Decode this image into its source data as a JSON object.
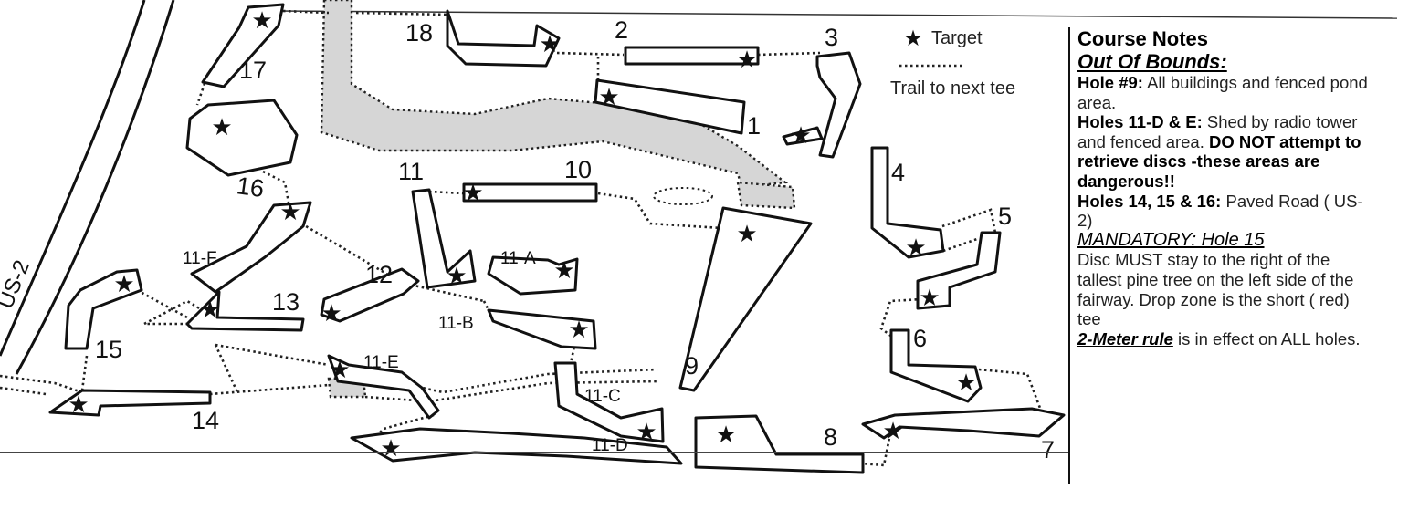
{
  "legend": {
    "target_symbol": "★",
    "target_label": "Target",
    "trail_label": "Trail to next tee"
  },
  "road": {
    "label": "US-2"
  },
  "holes": {
    "h1": "1",
    "h2": "2",
    "h3": "3",
    "h4": "4",
    "h5": "5",
    "h6": "6",
    "h7": "7",
    "h8": "8",
    "h9": "9",
    "h10": "10",
    "h11": "11",
    "h12": "12",
    "h13": "13",
    "h14": "14",
    "h15": "15",
    "h16": "16",
    "h17": "17",
    "h18": "18",
    "h11a": "11-A",
    "h11b": "11-B",
    "h11c": "11-C",
    "h11d": "11-D",
    "h11e": "11-E",
    "h11f": "11-F"
  },
  "notes": {
    "title": "Course Notes",
    "oob_heading": "Out Of Bounds:",
    "hole9_label": "Hole #9:",
    "hole9_text": "All buildings and fenced pond area.",
    "holes11_label": "Holes 11-D & E:",
    "holes11_text": "Shed by radio tower and fenced area.",
    "warning": "DO NOT attempt to retrieve discs -these areas are dangerous!!",
    "holes14_label": "Holes 14, 15 & 16:",
    "holes14_text": "Paved Road  ( US-2)",
    "mandatory_heading": "MANDATORY: Hole 15",
    "mandatory_text": "Disc MUST stay to the right of the tallest pine tree on the left side of the fairway. Drop zone is the short  ( red)   tee",
    "two_meter_label": "2-Meter rule",
    "two_meter_text": "is in effect on ALL holes."
  }
}
